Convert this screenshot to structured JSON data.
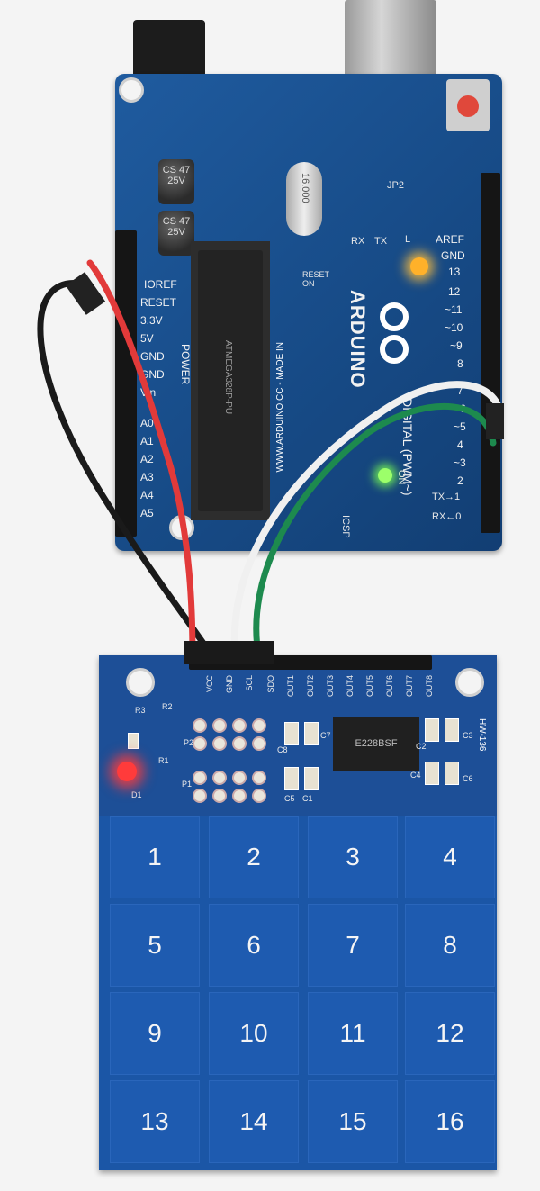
{
  "arduino": {
    "brand": "ARDUINO",
    "url_text": "WWW.ARDUINO.CC - MADE IN",
    "crystal_text": "16.000",
    "chip_text": "ATMEGA328P-PU",
    "caps": [
      "CS 47 25V",
      "CS 47 25V"
    ],
    "power_header_labels": [
      "IOREF",
      "RESET",
      "3.3V",
      "5V",
      "GND",
      "GND",
      "Vin"
    ],
    "power_title": "POWER",
    "analog_labels": [
      "A0",
      "A1",
      "A2",
      "A3",
      "A4",
      "A5"
    ],
    "digital_labels": [
      "AREF",
      "GND",
      "13",
      "12",
      "~11",
      "~10",
      "~9",
      "8",
      "7",
      "~6",
      "~5",
      "4",
      "~3",
      "2",
      "TX→1",
      "RX←0"
    ],
    "digital_title": "DIGITAL (PWM~)",
    "led_labels": [
      "RX",
      "TX",
      "L",
      "ON"
    ],
    "jp_label": "JP2",
    "icsp_label": "ICSP",
    "reset_label": "RESET ON"
  },
  "keypad": {
    "model": "HW-136",
    "header_labels": [
      "VCC",
      "GND",
      "SCL",
      "SDO",
      "OUT1",
      "OUT2",
      "OUT3",
      "OUT4",
      "OUT5",
      "OUT6",
      "OUT7",
      "OUT8"
    ],
    "chip_text": "E228BSF",
    "component_labels": [
      "R3",
      "R2",
      "R1",
      "D1",
      "P2",
      "P1",
      "C8",
      "C7",
      "C5",
      "C1",
      "C2",
      "C3",
      "C4",
      "C6"
    ],
    "keys": [
      "1",
      "2",
      "3",
      "4",
      "5",
      "6",
      "7",
      "8",
      "9",
      "10",
      "11",
      "12",
      "13",
      "14",
      "15",
      "16"
    ]
  },
  "colors": {
    "arduino_board": "#1b5596",
    "keypad_board": "#1b56a6",
    "wire_black": "#1a1a1a",
    "wire_red": "#e23a3a",
    "wire_white": "#f0f0f0",
    "wire_green": "#1d8a4e",
    "led_yellow": "#ffb12a",
    "led_green": "#9cff6a",
    "led_red": "#ff3b3b"
  }
}
